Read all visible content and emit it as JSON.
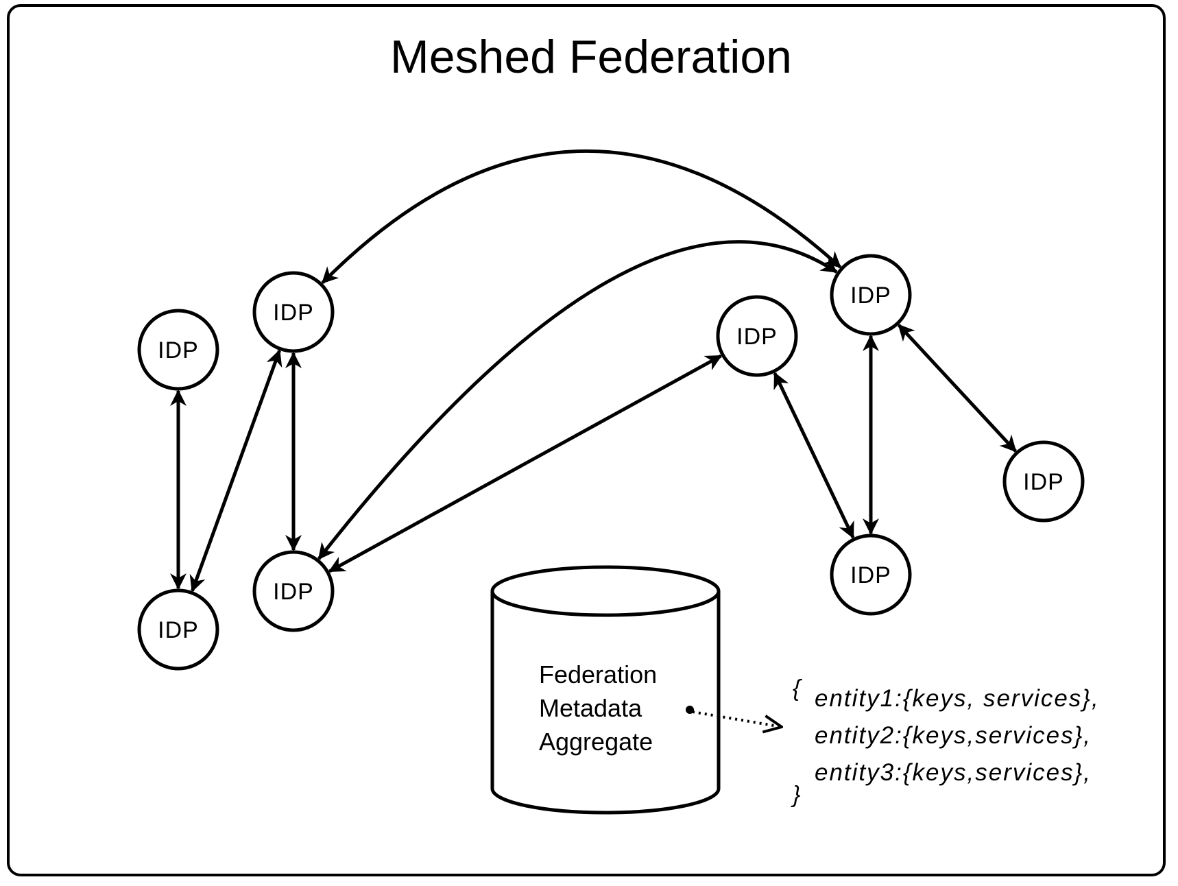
{
  "title": "Meshed Federation",
  "nodes": [
    {
      "id": "n1",
      "label": "IDP"
    },
    {
      "id": "n2",
      "label": "IDP"
    },
    {
      "id": "n3",
      "label": "IDP"
    },
    {
      "id": "n4",
      "label": "IDP"
    },
    {
      "id": "n5",
      "label": "IDP"
    },
    {
      "id": "n6",
      "label": "IDP"
    },
    {
      "id": "n7",
      "label": "IDP"
    },
    {
      "id": "n8",
      "label": "IDP"
    }
  ],
  "edges": [
    {
      "from": "n1",
      "to": "n2",
      "direction": "both",
      "style": "straight"
    },
    {
      "from": "n3",
      "to": "n2",
      "direction": "both",
      "style": "straight"
    },
    {
      "from": "n3",
      "to": "n4",
      "direction": "both",
      "style": "straight"
    },
    {
      "from": "n5",
      "to": "n4",
      "direction": "both",
      "style": "straight"
    },
    {
      "from": "n5",
      "to": "n8",
      "direction": "both",
      "style": "straight"
    },
    {
      "from": "n6",
      "to": "n8",
      "direction": "both",
      "style": "straight"
    },
    {
      "from": "n6",
      "to": "n7",
      "direction": "both",
      "style": "straight"
    },
    {
      "from": "n3",
      "to": "n6",
      "direction": "both",
      "style": "curved"
    },
    {
      "from": "n4",
      "to": "n6",
      "direction": "both",
      "style": "curved"
    }
  ],
  "database": {
    "label_lines": [
      "Federation",
      "Metadata",
      "Aggregate"
    ]
  },
  "metadata": {
    "open_brace": "{",
    "close_brace": "}",
    "lines": [
      "entity1:{keys, services},",
      "entity2:{keys,services},",
      "entity3:{keys,services},"
    ]
  },
  "colors": {
    "stroke": "#000000",
    "background": "#ffffff"
  }
}
